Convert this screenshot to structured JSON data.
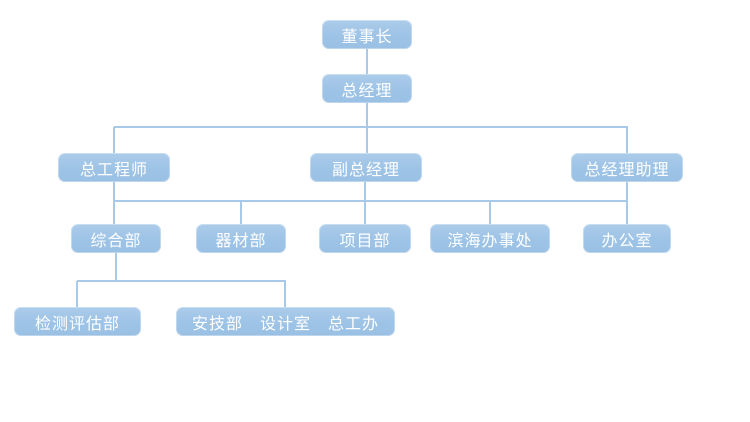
{
  "diagram": {
    "type": "org-chart",
    "background_color": "#ffffff",
    "node_fill_color": "#9dc3e6",
    "node_text_color": "#ffffff",
    "line_color": "#a9c9e9",
    "nodes": {
      "chairman": {
        "label": "董事长"
      },
      "gm": {
        "label": "总经理"
      },
      "chief_engineer": {
        "label": "总工程师"
      },
      "deputy_gm": {
        "label": "副总经理"
      },
      "gm_assistant": {
        "label": "总经理助理"
      },
      "general_affairs": {
        "label": "综合部"
      },
      "equipment": {
        "label": "器材部"
      },
      "project": {
        "label": "项目部"
      },
      "binhai": {
        "label": "滨海办事处"
      },
      "office": {
        "label": "办公室"
      },
      "inspection": {
        "label": "检测评估部"
      },
      "combined": {
        "label": "安技部　设计室　总工办"
      }
    },
    "levels": [
      [
        "董事长"
      ],
      [
        "总经理"
      ],
      [
        "总工程师",
        "副总经理",
        "总经理助理"
      ],
      [
        "综合部",
        "器材部",
        "项目部",
        "滨海办事处",
        "办公室"
      ],
      [
        "检测评估部",
        "安技部　设计室　总工办"
      ]
    ],
    "connections": [
      {
        "from": "董事长",
        "to": [
          "总经理"
        ]
      },
      {
        "from": "总经理",
        "to": [
          "总工程师",
          "副总经理",
          "总经理助理"
        ]
      },
      {
        "from": "总工程师/副总经理/总经理助理 (shared bus)",
        "to": [
          "综合部",
          "器材部",
          "项目部",
          "滨海办事处",
          "办公室"
        ]
      },
      {
        "from": "综合部",
        "to": [
          "检测评估部",
          "安技部　设计室　总工办"
        ]
      }
    ]
  }
}
